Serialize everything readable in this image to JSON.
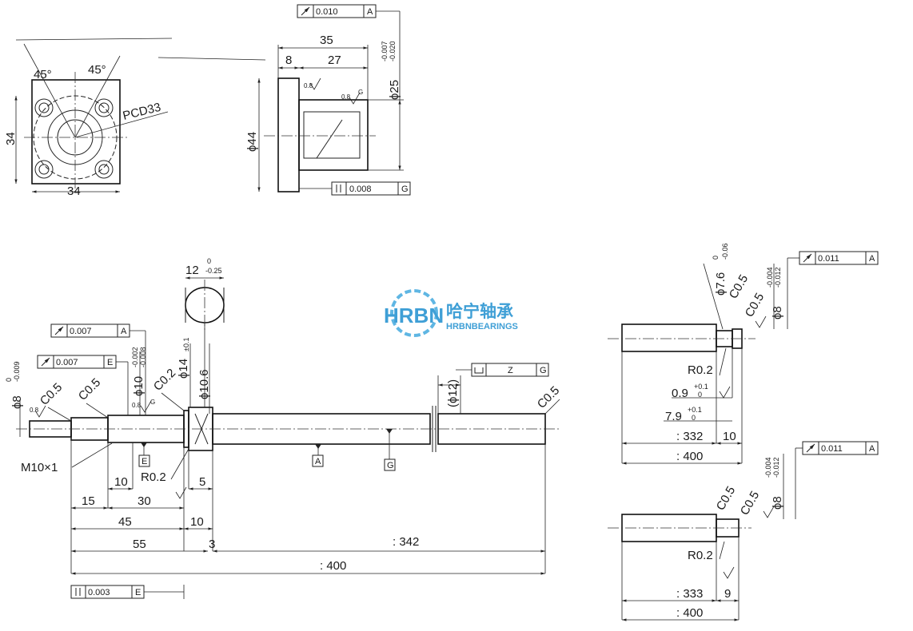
{
  "logo": {
    "mark": "HRBN",
    "cn_name": "哈宁轴承",
    "en_name": "HRBNBEARINGS",
    "color": "#3f9fd6"
  },
  "flange": {
    "angle_left": "45°",
    "angle_right": "45°",
    "pcd": "PCD33",
    "dim_height": "34",
    "dim_width": "34"
  },
  "side_view": {
    "tol_runout": "0.010",
    "tol_runout_datum": "A",
    "dim_length": "35",
    "dim_flange": "8",
    "dim_body": "27",
    "dim_diameter": "ϕ25",
    "dim_diameter_upper": "-0.007",
    "dim_diameter_lower": "-0.020",
    "dim_outer": "ϕ44",
    "tol_perp": "0.008",
    "tol_perp_datum": "G",
    "rough_1": "0.8",
    "rough_2": "0.8",
    "rough_grade": "G"
  },
  "shaft": {
    "sect_width": "12",
    "sect_upper": "0",
    "sect_lower": "-0.25",
    "tol_runout_1": "0.007",
    "tol_runout_1_datum": "A",
    "tol_runout_2": "0.007",
    "tol_runout_2_datum": "E",
    "d8": "ϕ8",
    "d8_upper": "0",
    "d8_lower": "-0.009",
    "c05_a": "C0.5",
    "c05_b": "C0.5",
    "d10": "ϕ10",
    "d10_upper": "-0.002",
    "d10_lower": "-0.008",
    "c02": "C0.2",
    "d14": "ϕ14",
    "d14_tol": "±0.1",
    "d106": "ϕ10.6",
    "d12": "(ϕ12)",
    "c05_end": "C0.5",
    "tol_flat": "Z",
    "tol_flat_datum": "G",
    "datum_a": "A",
    "datum_g": "G",
    "datum_e": "E",
    "thread": "M10×1",
    "r02": "R0.2",
    "dim_10a": "10",
    "dim_15": "15",
    "dim_30": "30",
    "dim_5": "5",
    "dim_45": "45",
    "dim_10b": "10",
    "dim_55": "55",
    "dim_3": "3",
    "dim_342": ": 342",
    "dim_400": ": 400",
    "tol_perp": "0.003",
    "tol_perp_datum": "E",
    "rough_08": "0.8",
    "rough_g": "G"
  },
  "end_a": {
    "d76": "ϕ7.6",
    "d76_upper": "0",
    "d76_lower": "-0.06",
    "c05_a": "C0.5",
    "c05_b": "C0.5",
    "d8": "ϕ8",
    "d8_upper": "-0.004",
    "d8_lower": "-0.012",
    "tol_runout": "0.011",
    "tol_runout_datum": "A",
    "r02": "R0.2",
    "dim_09": "0.9",
    "dim_09_upper": "+0.1",
    "dim_09_lower": "0",
    "dim_79": "7.9",
    "dim_79_upper": "+0.1",
    "dim_79_lower": "0",
    "dim_332": ": 332",
    "dim_10": "10",
    "dim_400": ": 400"
  },
  "end_b": {
    "c05_a": "C0.5",
    "c05_b": "C0.5",
    "d8": "ϕ8",
    "d8_upper": "-0.004",
    "d8_lower": "-0.012",
    "tol_runout": "0.011",
    "tol_runout_datum": "A",
    "r02": "R0.2",
    "dim_333": ": 333",
    "dim_9": "9",
    "dim_400": ": 400"
  }
}
